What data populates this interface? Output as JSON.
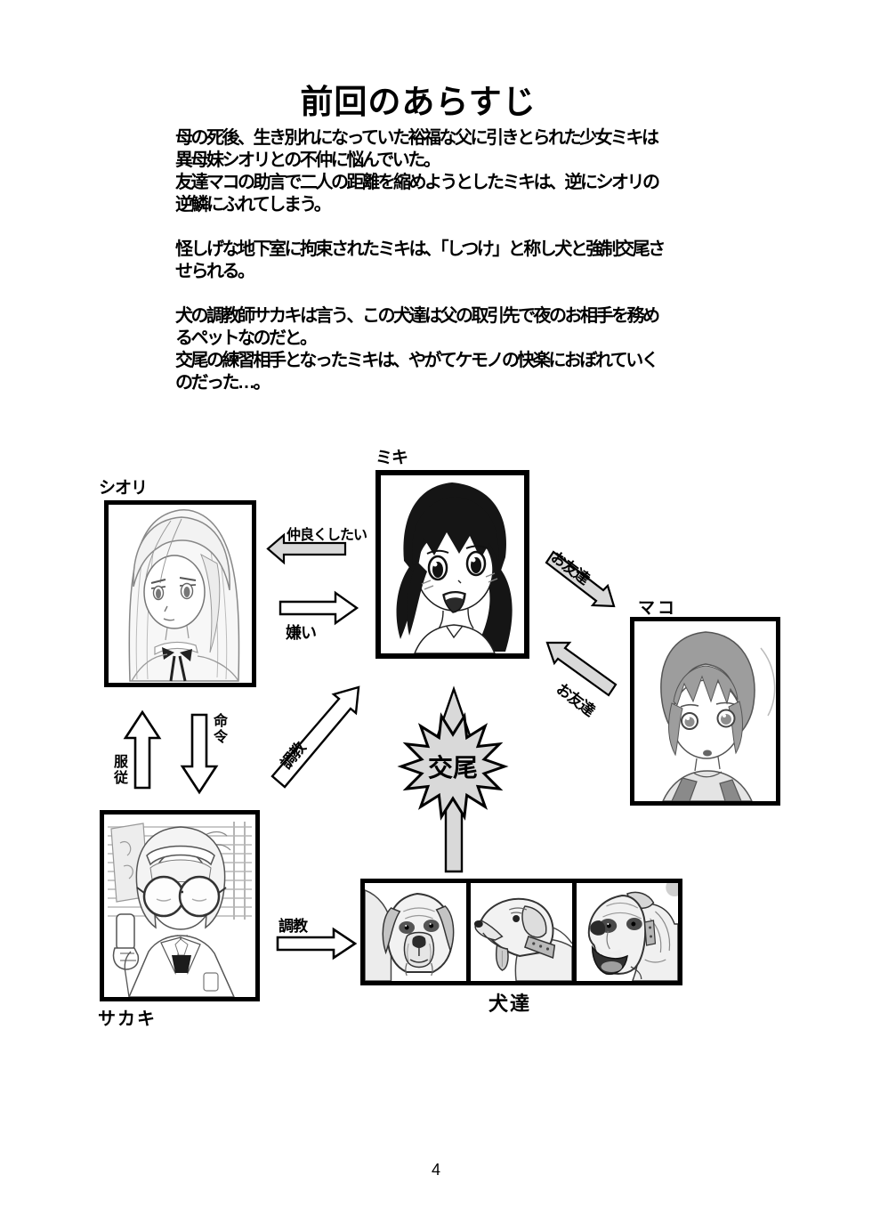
{
  "page": {
    "title": "前回のあらすじ",
    "page_number": "4"
  },
  "synopsis": {
    "p1": [
      "母の死後、生き別れになっていた裕福な父に引きとられた少女ミキは",
      "異母妹シオリとの不仲に悩んでいた。",
      "友達マコの助言で二人の距離を縮めようとしたミキは、逆にシオリの",
      "逆鱗にふれてしまう。"
    ],
    "p2": [
      "怪しげな地下室に拘束されたミキは、「しつけ」と称し犬と強制交尾さ",
      "せられる。"
    ],
    "p3": [
      "犬の調教師サカキは言う、この犬達は父の取引先で夜のお相手を務め",
      "るペットなのだと。",
      "交尾の練習相手となったミキは、やがてケモノの快楽におぼれていく",
      "のだった…。"
    ]
  },
  "diagram": {
    "characters": {
      "shiori": {
        "label": "シオリ"
      },
      "miki": {
        "label": "ミキ"
      },
      "mako": {
        "label": "マコ"
      },
      "sakaki": {
        "label": "サカキ"
      },
      "dogs": {
        "label": "犬達"
      }
    },
    "relations": {
      "wants_friends": {
        "label": "仲良くしたい",
        "from": "ミキ",
        "to": "シオリ"
      },
      "hate": {
        "label": "嫌い",
        "from": "シオリ",
        "to": "ミキ"
      },
      "friends_to_mako": {
        "label": "お友達",
        "from": "ミキ",
        "to": "マコ"
      },
      "friends_to_miki": {
        "label": "お友達",
        "from": "マコ",
        "to": "ミキ"
      },
      "obedience": {
        "label": "服従",
        "from": "サカキ",
        "to": "シオリ"
      },
      "order": {
        "label": "命令",
        "from": "シオリ",
        "to": "サカキ"
      },
      "training_miki": {
        "label": "調教",
        "from": "サカキ",
        "to": "ミキ"
      },
      "training_dogs": {
        "label": "調教",
        "from": "サカキ",
        "to": "犬達"
      },
      "mating": {
        "label": "交尾",
        "from": "犬達",
        "to": "ミキ"
      }
    },
    "colors": {
      "arrow_gray": "#d9d9d9",
      "arrow_white": "#ffffff",
      "outline": "#000000"
    }
  }
}
